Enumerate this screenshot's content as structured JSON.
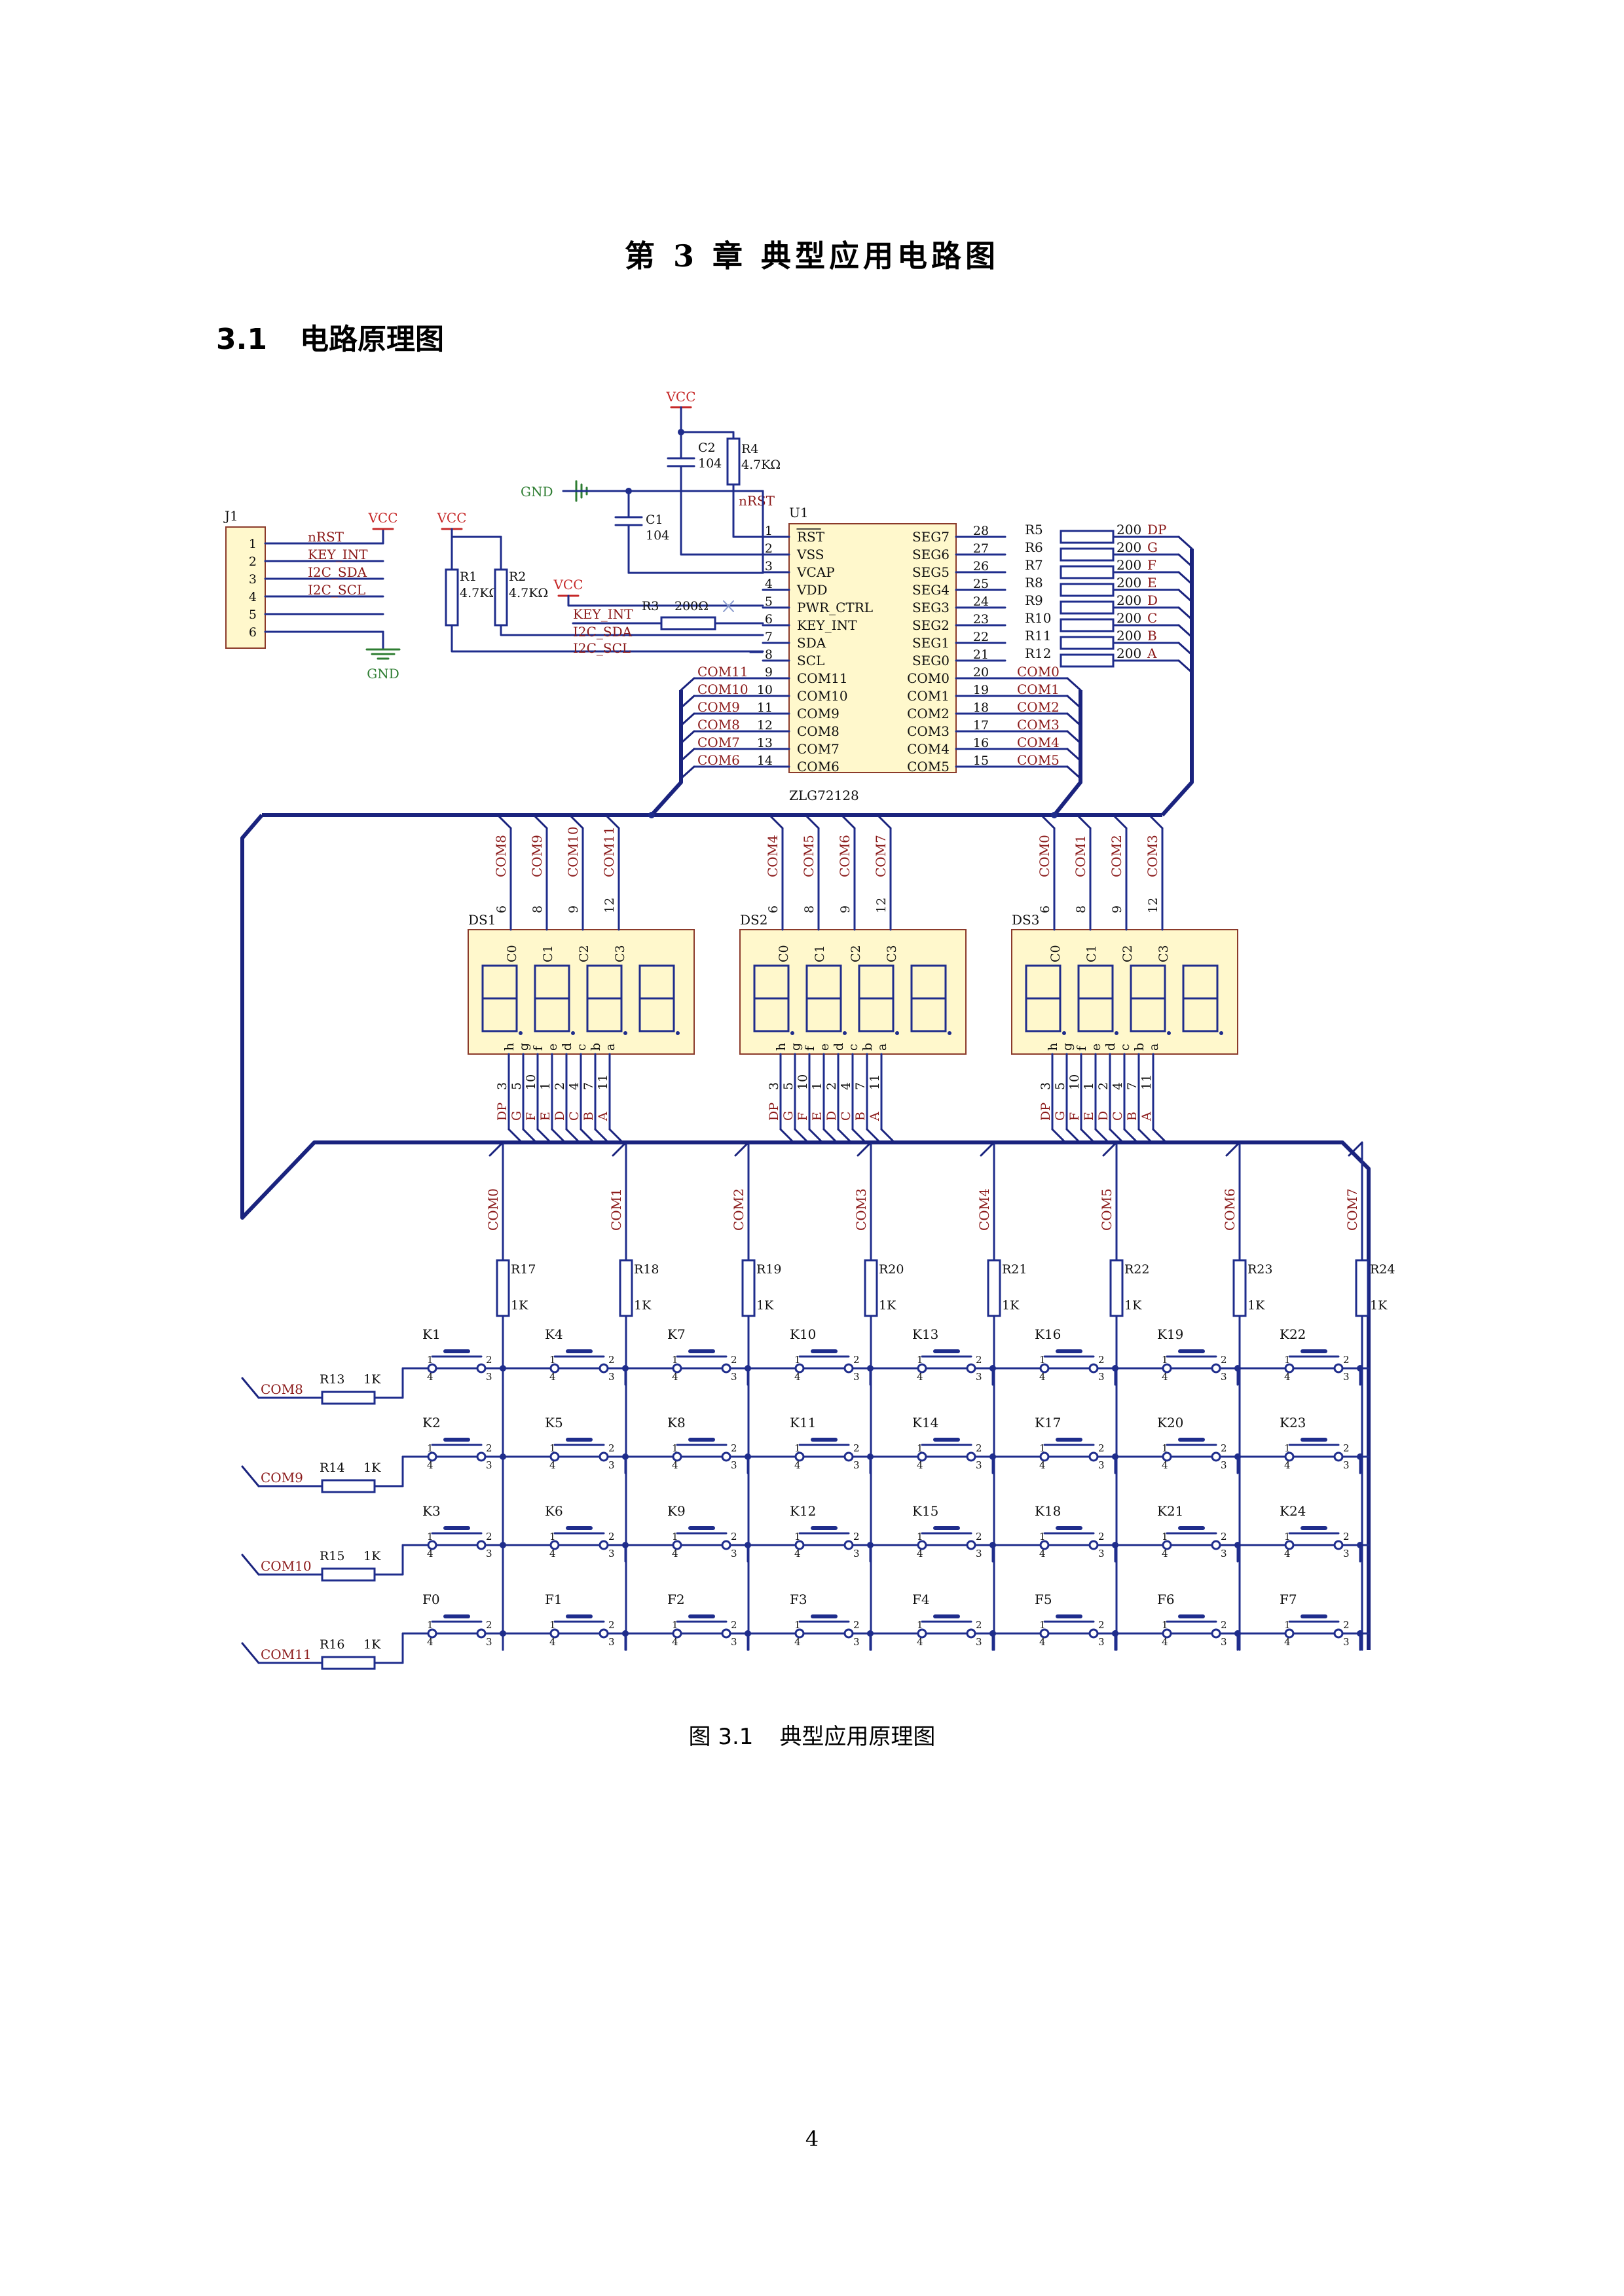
{
  "document": {
    "chapter_title": "第 3 章  典型应用电路图",
    "section_number": "3.1",
    "section_title": "电路原理图",
    "figure_number": "图 3.1",
    "figure_caption": "典型应用原理图",
    "page_number": "4"
  },
  "colors": {
    "wire": "#1f2d8c",
    "bus": "#1a237e",
    "net_label": "#8b1a1a",
    "power": "#c62828",
    "ground": "#2e7d32",
    "component_fill": "#fff8cc",
    "component_stroke": "#8b3a2a",
    "text": "#111111"
  },
  "schematic": {
    "connector": {
      "ref": "J1",
      "pins": [
        "1",
        "2",
        "3",
        "4",
        "5",
        "6"
      ],
      "nets": [
        "nRST",
        "KEY_INT",
        "I2C_SDA",
        "I2C_SCL",
        "",
        ""
      ],
      "vcc": "VCC",
      "gnd": "GND"
    },
    "power_labels": {
      "vcc": "VCC",
      "gnd": "GND"
    },
    "pullups": [
      {
        "ref": "R1",
        "value": "4.7KΩ"
      },
      {
        "ref": "R2",
        "value": "4.7KΩ"
      }
    ],
    "supply_parts": [
      {
        "ref": "C2",
        "value": "104"
      },
      {
        "ref": "R4",
        "value": "4.7KΩ"
      },
      {
        "ref": "C1",
        "value": "104"
      },
      {
        "ref": "R3",
        "value": "200Ω"
      }
    ],
    "left_nets": [
      "nRST",
      "KEY_INT",
      "I2C_SDA",
      "I2C_SCL"
    ],
    "chip": {
      "ref": "U1",
      "part": "ZLG72128",
      "left_pins": [
        {
          "num": "1",
          "name": "RST"
        },
        {
          "num": "2",
          "name": "VSS"
        },
        {
          "num": "3",
          "name": "VCAP"
        },
        {
          "num": "4",
          "name": "VDD"
        },
        {
          "num": "5",
          "name": "PWR_CTRL"
        },
        {
          "num": "6",
          "name": "KEY_INT"
        },
        {
          "num": "7",
          "name": "SDA"
        },
        {
          "num": "8",
          "name": "SCL"
        },
        {
          "num": "9",
          "name": "COM11"
        },
        {
          "num": "10",
          "name": "COM10"
        },
        {
          "num": "11",
          "name": "COM9"
        },
        {
          "num": "12",
          "name": "COM8"
        },
        {
          "num": "13",
          "name": "COM7"
        },
        {
          "num": "14",
          "name": "COM6"
        }
      ],
      "right_pins": [
        {
          "num": "28",
          "name": "SEG7"
        },
        {
          "num": "27",
          "name": "SEG6"
        },
        {
          "num": "26",
          "name": "SEG5"
        },
        {
          "num": "25",
          "name": "SEG4"
        },
        {
          "num": "24",
          "name": "SEG3"
        },
        {
          "num": "23",
          "name": "SEG2"
        },
        {
          "num": "22",
          "name": "SEG1"
        },
        {
          "num": "21",
          "name": "SEG0"
        },
        {
          "num": "20",
          "name": "COM0"
        },
        {
          "num": "19",
          "name": "COM1"
        },
        {
          "num": "18",
          "name": "COM2"
        },
        {
          "num": "17",
          "name": "COM3"
        },
        {
          "num": "16",
          "name": "COM4"
        },
        {
          "num": "15",
          "name": "COM5"
        }
      ],
      "left_bus_labels": [
        "COM11",
        "COM10",
        "COM9",
        "COM8",
        "COM7",
        "COM6"
      ],
      "right_bus_labels": [
        "COM0",
        "COM1",
        "COM2",
        "COM3",
        "COM4",
        "COM5"
      ]
    },
    "seg_resistors": [
      {
        "ref": "R5",
        "value": "200",
        "net": "DP"
      },
      {
        "ref": "R6",
        "value": "200",
        "net": "G"
      },
      {
        "ref": "R7",
        "value": "200",
        "net": "F"
      },
      {
        "ref": "R8",
        "value": "200",
        "net": "E"
      },
      {
        "ref": "R9",
        "value": "200",
        "net": "D"
      },
      {
        "ref": "R10",
        "value": "200",
        "net": "C"
      },
      {
        "ref": "R11",
        "value": "200",
        "net": "B"
      },
      {
        "ref": "R12",
        "value": "200",
        "net": "A"
      }
    ],
    "displays": [
      {
        "ref": "DS1",
        "coms": [
          "COM8",
          "COM9",
          "COM10",
          "COM11"
        ]
      },
      {
        "ref": "DS2",
        "coms": [
          "COM4",
          "COM5",
          "COM6",
          "COM7"
        ]
      },
      {
        "ref": "DS3",
        "coms": [
          "COM0",
          "COM1",
          "COM2",
          "COM3"
        ]
      }
    ],
    "display_digit_labels": [
      "C0",
      "C1",
      "C2",
      "C3"
    ],
    "display_com_pins": [
      "6",
      "8",
      "9",
      "12"
    ],
    "display_seg_letters": [
      "h",
      "g",
      "f",
      "e",
      "d",
      "c",
      "b",
      "a"
    ],
    "display_seg_pins": [
      "3",
      "5",
      "10",
      "1",
      "2",
      "4",
      "7",
      "11"
    ],
    "display_seg_nets": [
      "DP",
      "G",
      "F",
      "E",
      "D",
      "C",
      "B",
      "A"
    ],
    "column_coms": [
      "COM0",
      "COM1",
      "COM2",
      "COM3",
      "COM4",
      "COM5",
      "COM6",
      "COM7"
    ],
    "column_resistors": [
      {
        "ref": "R17",
        "value": "1K"
      },
      {
        "ref": "R18",
        "value": "1K"
      },
      {
        "ref": "R19",
        "value": "1K"
      },
      {
        "ref": "R20",
        "value": "1K"
      },
      {
        "ref": "R21",
        "value": "1K"
      },
      {
        "ref": "R22",
        "value": "1K"
      },
      {
        "ref": "R23",
        "value": "1K"
      },
      {
        "ref": "R24",
        "value": "1K"
      }
    ],
    "row_coms": [
      {
        "com": "COM8",
        "ref": "R13",
        "value": "1K"
      },
      {
        "com": "COM9",
        "ref": "R14",
        "value": "1K"
      },
      {
        "com": "COM10",
        "ref": "R15",
        "value": "1K"
      },
      {
        "com": "COM11",
        "ref": "R16",
        "value": "1K"
      }
    ],
    "keys": [
      [
        "K1",
        "K4",
        "K7",
        "K10",
        "K13",
        "K16",
        "K19",
        "K22"
      ],
      [
        "K2",
        "K5",
        "K8",
        "K11",
        "K14",
        "K17",
        "K20",
        "K23"
      ],
      [
        "K3",
        "K6",
        "K9",
        "K12",
        "K15",
        "K18",
        "K21",
        "K24"
      ],
      [
        "F0",
        "F1",
        "F2",
        "F3",
        "F4",
        "F5",
        "F6",
        "F7"
      ]
    ],
    "switch_pins": [
      "1",
      "2",
      "3",
      "4"
    ]
  }
}
